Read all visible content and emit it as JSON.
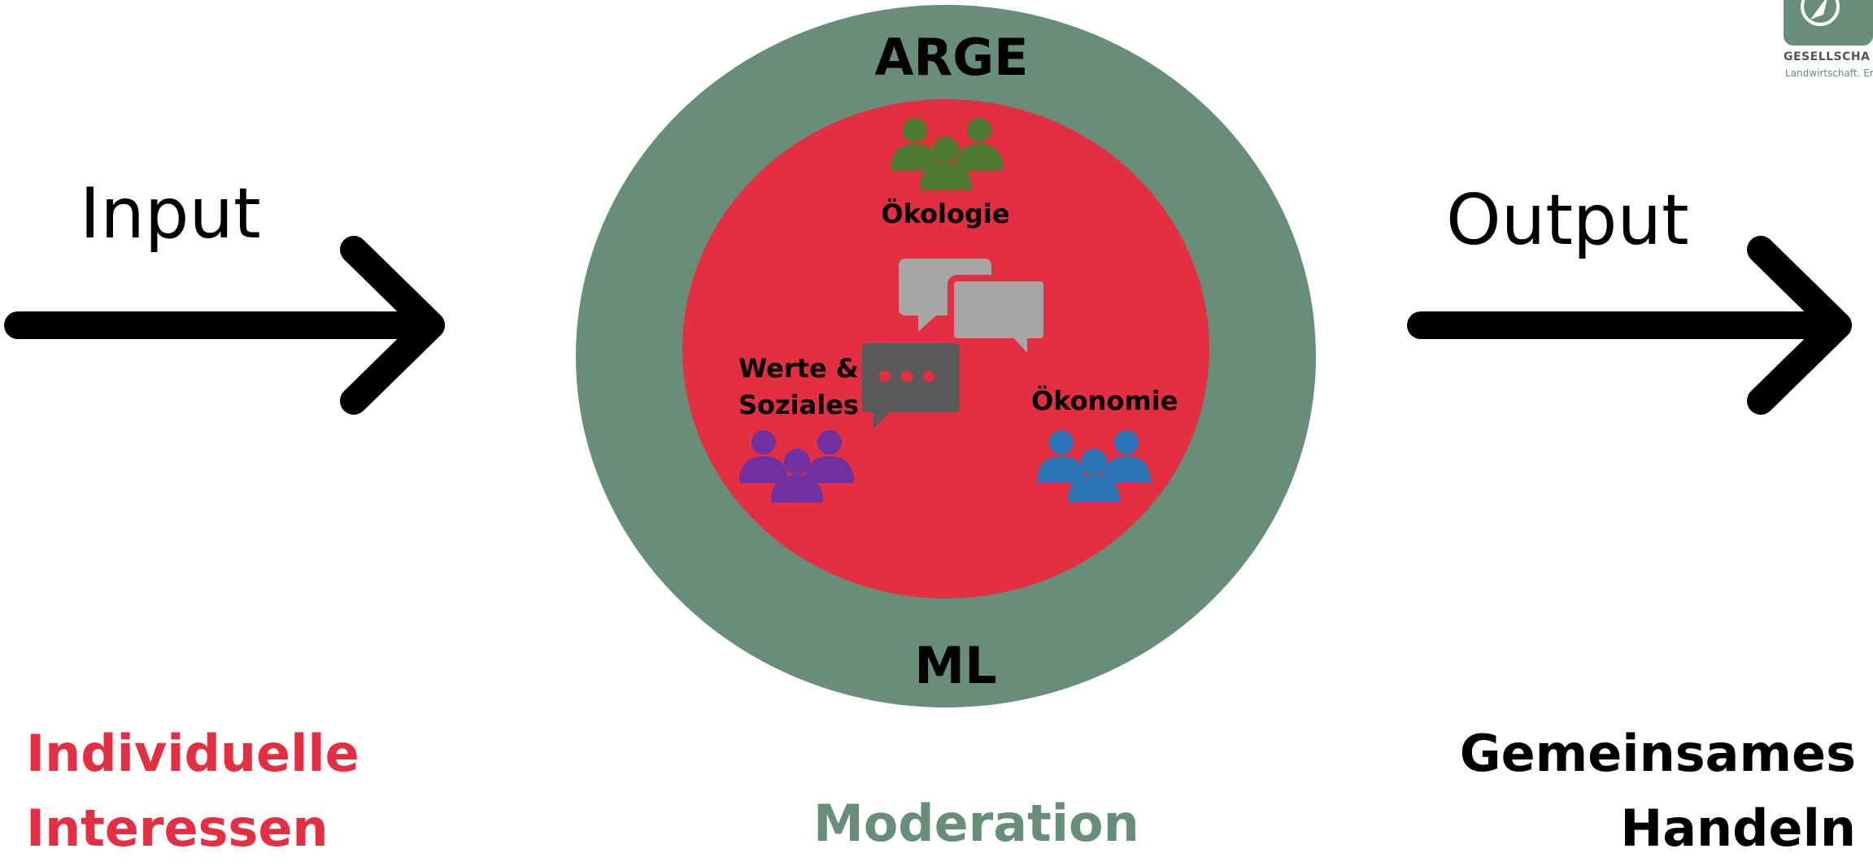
{
  "input_label": "Input",
  "output_label": "Output",
  "outer_ring": {
    "top_label": "ARGE",
    "bottom_label": "ML",
    "color": "#688e7a"
  },
  "inner_circle": {
    "color": "#e32f41"
  },
  "groups": {
    "oekologie": {
      "label": "Ökologie",
      "color": "#4e7a2f",
      "icon": "people-group-icon"
    },
    "werte": {
      "label_line1": "Werte &",
      "label_line2": "Soziales",
      "color": "#7030a0",
      "icon": "people-group-icon"
    },
    "oekonomie": {
      "label": "Ökonomie",
      "color": "#2e75b6",
      "icon": "people-group-icon"
    }
  },
  "chat_icons": {
    "light_color": "#a6a6a6",
    "dark_color": "#595959",
    "dots_color": "#e32f41"
  },
  "bottom": {
    "left_line1": "Individuelle",
    "left_line2": "Interessen",
    "left_color": "#e32f41",
    "center": "Moderation",
    "center_color": "#688e7a",
    "right_line1": "Gemeinsames",
    "right_line2": "Handeln",
    "right_color": "#000000"
  },
  "logo": {
    "line1": "GESELLSCHA",
    "line2": "Landwirtschaft. Er",
    "color": "#688e7a"
  }
}
